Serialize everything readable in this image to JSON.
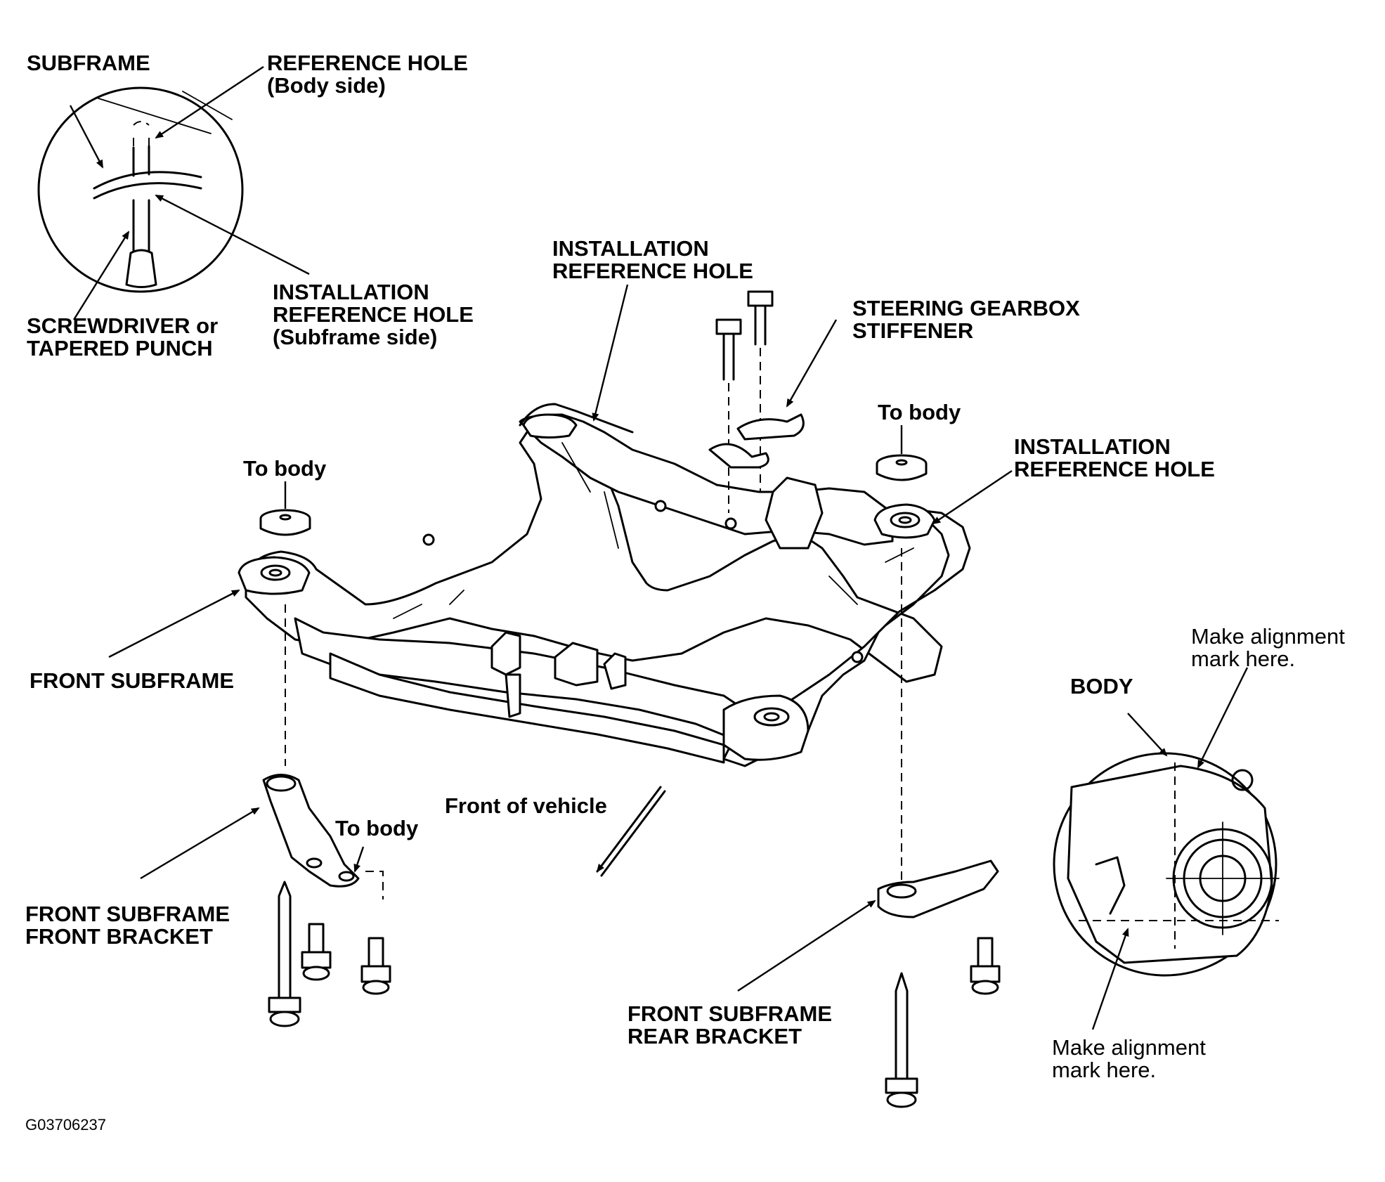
{
  "labels": {
    "subframe": "SUBFRAME",
    "ref_hole_body": [
      "REFERENCE HOLE",
      "(Body side)"
    ],
    "screwdriver": [
      "SCREWDRIVER or",
      "TAPERED PUNCH"
    ],
    "install_ref_subframe": [
      "INSTALLATION",
      "REFERENCE HOLE",
      "(Subframe side)"
    ],
    "install_ref_top": [
      "INSTALLATION",
      "REFERENCE HOLE"
    ],
    "steering_stiffener": [
      "STEERING GEARBOX",
      "STIFFENER"
    ],
    "to_body_right": "To body",
    "install_ref_right": [
      "INSTALLATION",
      "REFERENCE HOLE"
    ],
    "to_body_left": "To body",
    "front_subframe": "FRONT SUBFRAME",
    "make_mark_top": [
      "Make alignment",
      "mark here."
    ],
    "body": "BODY",
    "front_of_vehicle": "Front of vehicle",
    "to_body_bracket": "To body",
    "front_bracket": [
      "FRONT SUBFRAME",
      "FRONT BRACKET"
    ],
    "rear_bracket": [
      "FRONT SUBFRAME",
      "REAR BRACKET"
    ],
    "make_mark_bottom": [
      "Make alignment",
      "mark here."
    ],
    "figure_code": "G03706237"
  }
}
